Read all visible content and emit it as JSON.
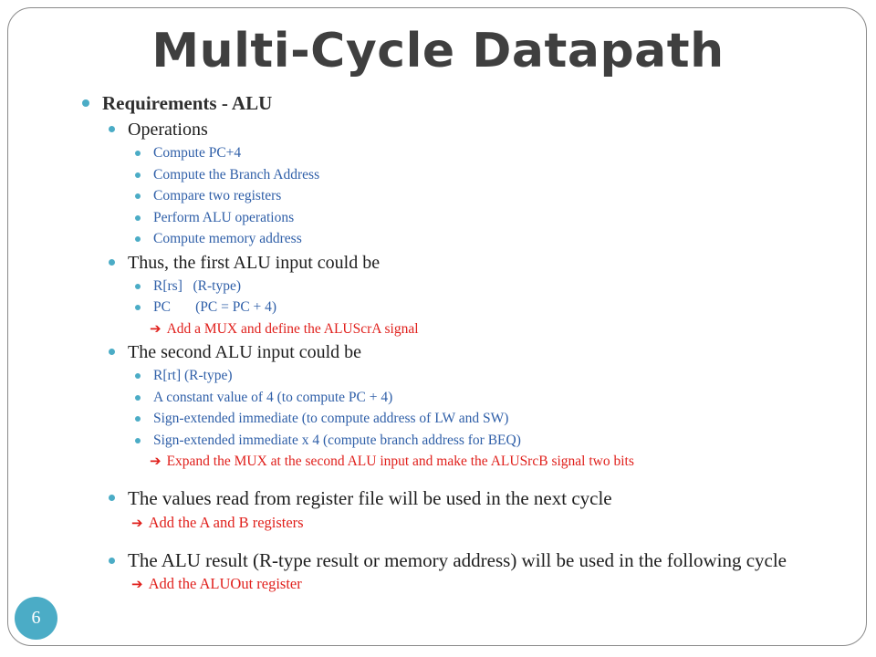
{
  "slide": {
    "title": "Multi-Cycle Datapath",
    "page_number": "6",
    "heading": "Requirements - ALU",
    "operations": {
      "label": "Operations",
      "items": [
        "Compute PC+4",
        "Compute the Branch Address",
        "Compare two registers",
        "Perform ALU operations",
        "Compute memory address"
      ]
    },
    "first_input": {
      "label": "Thus, the first ALU input could be",
      "items": [
        "R[rs]   (R-type)",
        "PC       (PC = PC + 4)"
      ],
      "conclusion": "Add a MUX and define the ALUScrA signal"
    },
    "second_input": {
      "label": "The second ALU input could be",
      "items": [
        "R[rt] (R-type)",
        "A constant value of 4 (to compute PC + 4)",
        "Sign-extended immediate (to compute address of LW and SW)",
        "Sign-extended immediate x 4 (compute branch address for BEQ)"
      ],
      "conclusion": "Expand the MUX at the second ALU input and make the ALUSrcB signal two bits"
    },
    "register_values": {
      "label": "The values read from register file will be used in the next cycle",
      "conclusion": "Add the A and B registers"
    },
    "alu_result": {
      "label": "The ALU result (R-type result or memory address) will be used in the following cycle",
      "conclusion": "Add the ALUOut register"
    }
  },
  "colors": {
    "bullet": "#4bacc6",
    "sub_text": "#2f5fa8",
    "highlight": "#e0201c",
    "title": "#3f3f3f"
  },
  "icons": {
    "bullet": "circle-bullet-icon",
    "arrow": "right-arrow-icon"
  }
}
